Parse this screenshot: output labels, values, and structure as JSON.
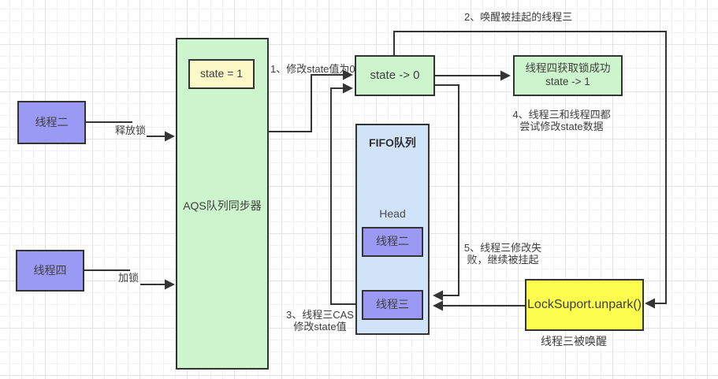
{
  "colors": {
    "purple": "#9a99f3",
    "green": "#cdf5cd",
    "pale_yellow": "#fcf8c8",
    "blue": "#d0e3f8",
    "yellow": "#fcfc4e",
    "border": "#333333",
    "line": "#343434",
    "text": "#3e3e3e",
    "grid_minor": "#f2f2f2",
    "grid_major": "#e3e3e3"
  },
  "nodes": {
    "thread2": {
      "label": "线程二"
    },
    "thread4": {
      "label": "线程四"
    },
    "aqs": {
      "label": "AQS队列同步器"
    },
    "state1": {
      "label": "state = 1"
    },
    "state0": {
      "label": "state -> 0"
    },
    "success": {
      "line1": "线程四获取锁成功",
      "line2": "state -> 1"
    },
    "fifo": {
      "title": "FIFO队列",
      "head_label": "Head",
      "node1": "线程二",
      "node2": "线程三"
    },
    "unpark": {
      "label": "LockSuport.unpark()",
      "caption": "线程三被唤醒"
    }
  },
  "edge_labels": {
    "release_lock": "释放锁",
    "acquire_lock": "加锁",
    "step1": "1、修改state值为0",
    "step2": "2、唤醒被挂起的线程三",
    "step3": {
      "line1": "3、线程三CAS",
      "line2": "修改state值"
    },
    "step4": {
      "line1": "4、线程三和线程四都",
      "line2": "尝试修改state数据"
    },
    "step5": {
      "line1": "5、线程三修改失",
      "line2": "败，继续被挂起"
    }
  }
}
